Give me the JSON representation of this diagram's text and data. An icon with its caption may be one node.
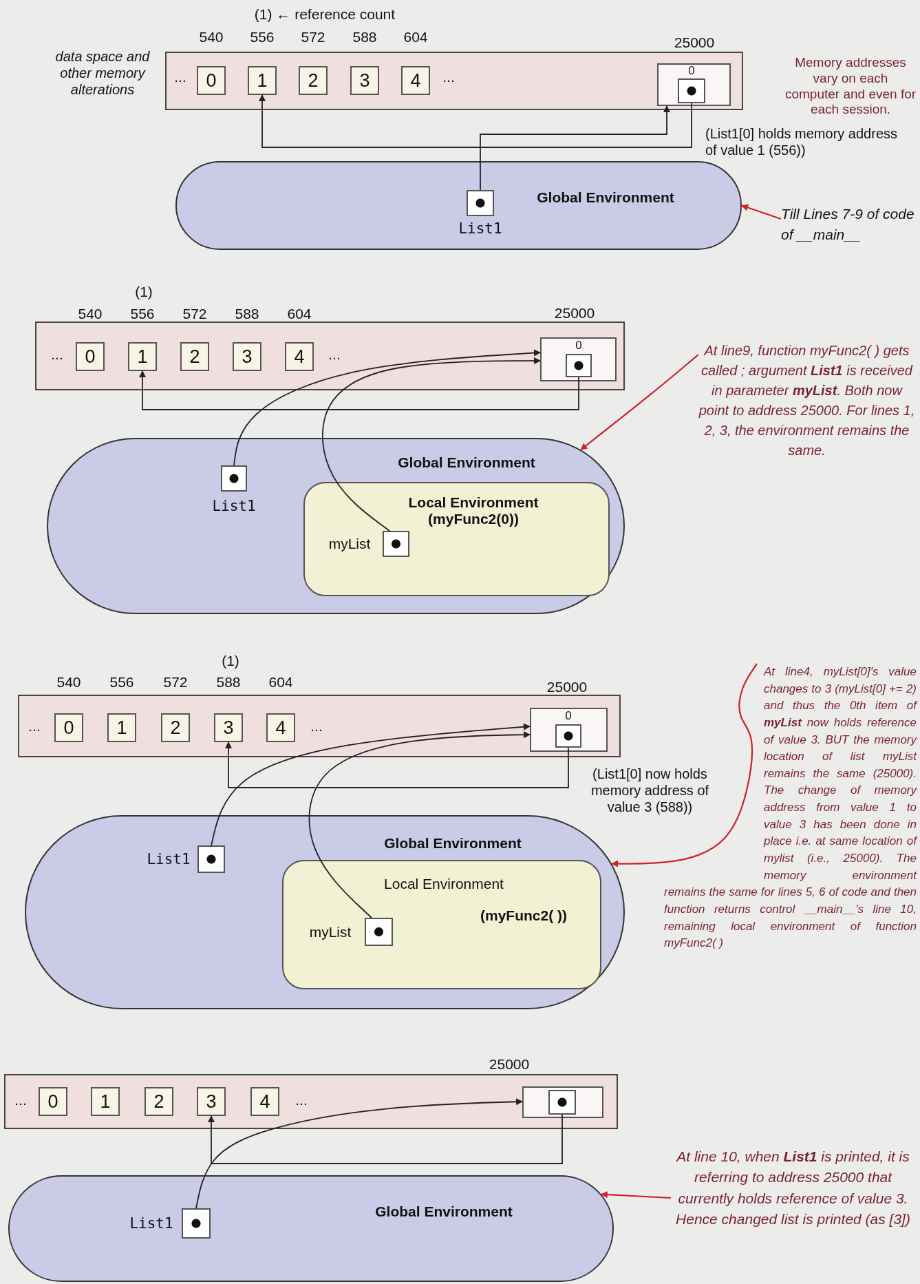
{
  "diagram": {
    "nodes": [
      {
        "text": [
          "...",
          "..."
        ]
      },
      {
        "text": [
          "0"
        ],
        "in": 0,
        "beside": [
          "540"
        ]
      },
      {
        "text": [
          "1"
        ],
        "in": 0,
        "beside": [
          "556"
        ]
      },
      {
        "text": [
          "2"
        ],
        "in": 0,
        "beside": [
          "572"
        ]
      },
      {
        "text": [
          "3"
        ],
        "in": 0,
        "beside": [
          "588"
        ]
      },
      {
        "text": [
          "4"
        ],
        "in": 0,
        "beside": [
          "604"
        ]
      },
      {
        "text": [],
        "shape": "box",
        "in": 0,
        "beside": [
          "25000"
        ]
      },
      {
        "text": [],
        "shape": "box",
        "in": 6,
        "beside": [
          "0"
        ]
      },
      {
        "text": [
          "Global Environment"
        ]
      },
      {
        "text": [],
        "shape": "box",
        "in": 8,
        "beside": [
          "List1"
        ]
      },
      {
        "text": [
          "Till Lines 7-9 of code of __main__"
        ]
      },
      {
        "text": [
          "...",
          "..."
        ]
      },
      {
        "text": [
          "0"
        ],
        "in": 11,
        "beside": [
          "540"
        ]
      },
      {
        "text": [
          "1"
        ],
        "in": 11,
        "beside": [
          "556"
        ]
      },
      {
        "text": [
          "2"
        ],
        "in": 11,
        "beside": [
          "572"
        ]
      },
      {
        "text": [
          "3"
        ],
        "in": 11,
        "beside": [
          "588"
        ]
      },
      {
        "text": [
          "4"
        ],
        "in": 11,
        "beside": [
          "604"
        ]
      },
      {
        "text": [],
        "shape": "box",
        "in": 11,
        "beside": [
          "25000"
        ]
      },
      {
        "text": [],
        "shape": "box",
        "in": 17,
        "beside": [
          "0"
        ]
      },
      {
        "text": [
          "Global Environment"
        ]
      },
      {
        "text": [],
        "shape": "box",
        "in": 19,
        "beside": [
          "List1"
        ]
      },
      {
        "text": [
          "Local Environment (myFunc2(0))"
        ],
        "in": 19
      },
      {
        "text": [],
        "shape": "box",
        "in": 21,
        "beside": [
          "myList"
        ]
      },
      {
        "text": [
          "At line9, function myFunc2( ) gets called ; argument **List1** is received in parameter **myList**. Both now point to address 25000. For lines 1, 2, 3, the environment remains the same."
        ]
      },
      {
        "text": [
          "...",
          "..."
        ]
      },
      {
        "text": [
          "0"
        ],
        "in": 24,
        "beside": [
          "540"
        ]
      },
      {
        "text": [
          "1"
        ],
        "in": 24,
        "beside": [
          "556"
        ]
      },
      {
        "text": [
          "2"
        ],
        "in": 24,
        "beside": [
          "572"
        ]
      },
      {
        "text": [
          "3"
        ],
        "in": 24,
        "beside": [
          "588"
        ]
      },
      {
        "text": [
          "4"
        ],
        "in": 24,
        "beside": [
          "604"
        ]
      },
      {
        "text": [],
        "shape": "box",
        "in": 24,
        "beside": [
          "25000"
        ]
      },
      {
        "text": [],
        "shape": "box",
        "in": 30,
        "beside": [
          "0"
        ]
      },
      {
        "text": [
          "Global Environment"
        ]
      },
      {
        "text": [],
        "shape": "box",
        "in": 32,
        "beside": [
          "List1"
        ]
      },
      {
        "text": [
          "Local Environment",
          "(myFunc2( ))"
        ],
        "in": 32
      },
      {
        "text": [],
        "shape": "box",
        "in": 34,
        "beside": [
          "myList"
        ]
      },
      {
        "text": [
          "At line4, myList[0]'s value changes to 3 (myList[0] += 2) and thus the 0th item of **myList** now holds reference of value 3. BUT the memory location of list myList remains the same (25000). The change of memory address from value 1 to value 3 has been done in place i.e. at same location of mylist (i.e., 25000). The memory environment remains the same for lines 5, 6 of code and then function returns control __main__'s line 10, remaining local environment of function myFunc2( )"
        ]
      },
      {
        "text": [
          "...",
          "..."
        ]
      },
      {
        "text": [
          "0"
        ],
        "in": 37
      },
      {
        "text": [
          "1"
        ],
        "in": 37
      },
      {
        "text": [
          "2"
        ],
        "in": 37
      },
      {
        "text": [
          "3"
        ],
        "in": 37
      },
      {
        "text": [
          "4"
        ],
        "in": 37
      },
      {
        "text": [],
        "shape": "box",
        "in": 37,
        "beside": [
          "25000"
        ]
      },
      {
        "text": [],
        "shape": "box",
        "in": 43
      },
      {
        "text": [
          "Global Environment"
        ]
      },
      {
        "text": [],
        "shape": "box",
        "in": 45,
        "beside": [
          "List1"
        ]
      },
      {
        "text": [
          "At line 10, when **List1** is printed, it is referring to address 25000 that currently holds reference of value 3. Hence changed list is printed (as [3])"
        ]
      }
    ],
    "edges": [
      {
        "from": 9,
        "to": 6,
        "arrow": "to"
      },
      {
        "from": 7,
        "to": 2,
        "arrow": "to"
      },
      {
        "from": 10,
        "to": 8,
        "arrow": "to",
        "color": "#d0202a"
      },
      {
        "from": 20,
        "to": 17,
        "arrow": "to"
      },
      {
        "from": 22,
        "to": 17,
        "arrow": "to"
      },
      {
        "from": 18,
        "to": 13,
        "arrow": "to"
      },
      {
        "from": 23,
        "to": 19,
        "arrow": "to",
        "color": "#d0202a"
      },
      {
        "from": 33,
        "to": 30,
        "arrow": "to"
      },
      {
        "from": 35,
        "to": 30,
        "arrow": "to"
      },
      {
        "from": 31,
        "to": 28,
        "arrow": "to"
      },
      {
        "from": 36,
        "to": 32,
        "arrow": "to",
        "color": "#d0202a"
      },
      {
        "from": 46,
        "to": 43,
        "arrow": "to"
      },
      {
        "from": 44,
        "to": 41,
        "arrow": "to"
      },
      {
        "from": 47,
        "to": 45,
        "arrow": "to",
        "color": "#d0202a"
      }
    ],
    "labels": [
      "(1) ← reference count",
      "data space and other memory alterations",
      "Memory addresses vary on each computer and even for each session.",
      "(List1[0] holds memory address of value 1 (556))",
      "(1)",
      "(1)",
      "(List1[0] now holds memory address of value 3 (588))"
    ]
  }
}
